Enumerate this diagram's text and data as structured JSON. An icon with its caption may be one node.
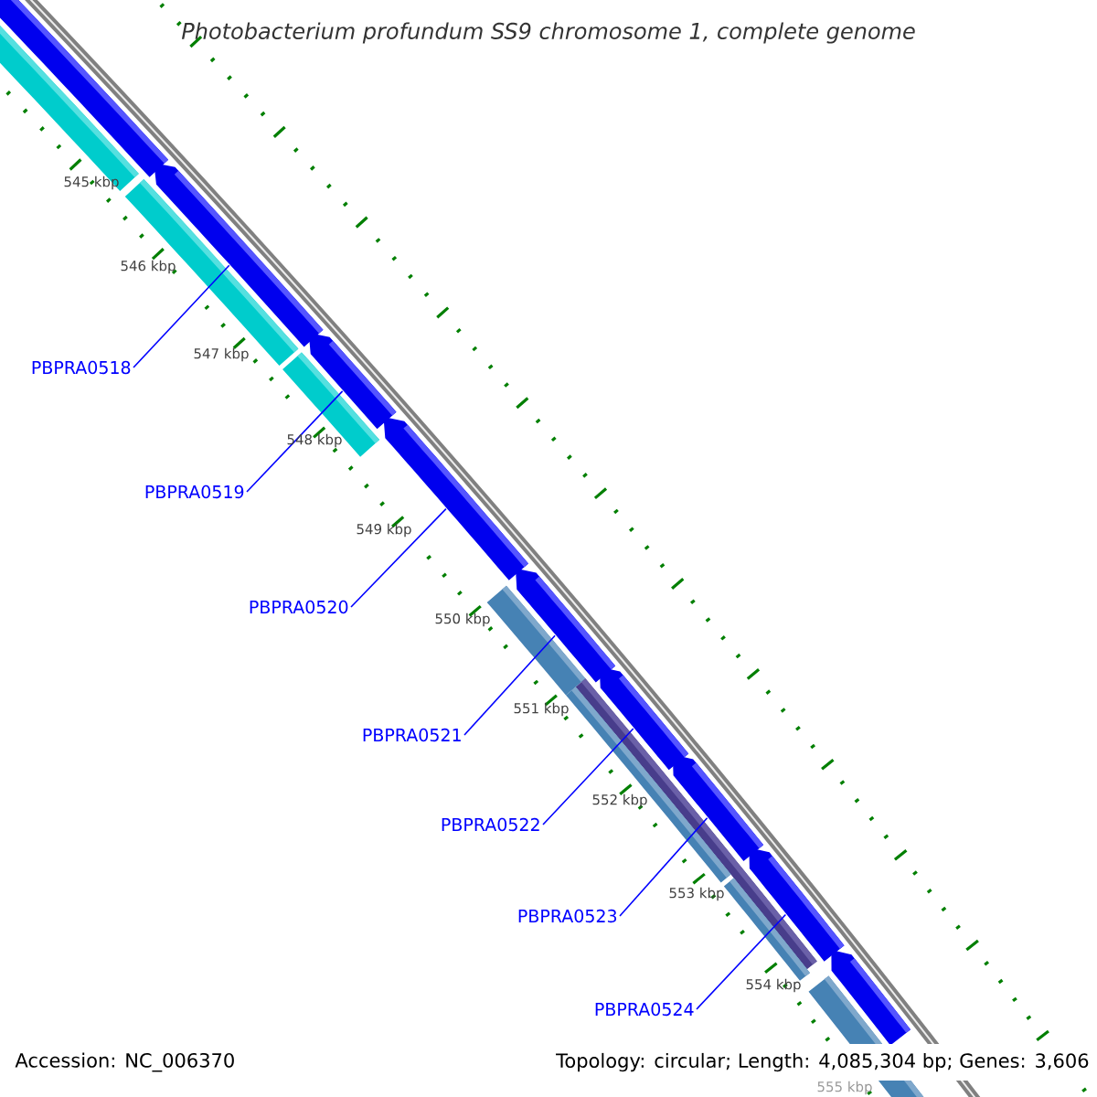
{
  "diagram": {
    "title": "Photobacterium profundum SS9 chromosome 1, complete genome",
    "nodes": [
      {
        "text": [
          "PBPRA0518"
        ]
      },
      {
        "text": [
          "PBPRA0519"
        ]
      },
      {
        "text": [
          "PBPRA0520"
        ]
      },
      {
        "text": [
          "PBPRA0521"
        ]
      },
      {
        "text": [
          "PBPRA0522"
        ]
      },
      {
        "text": [
          "PBPRA0523"
        ]
      },
      {
        "text": [
          "PBPRA0524"
        ]
      },
      {
        "text": [],
        "shape": "bar"
      },
      {
        "text": [],
        "shape": "bar"
      },
      {
        "text": [],
        "shape": "bar"
      },
      {
        "text": [],
        "shape": "bar"
      },
      {
        "text": [],
        "shape": "bar"
      },
      {
        "text": [],
        "shape": "bar"
      },
      {
        "text": [],
        "shape": "bar"
      },
      {
        "text": [],
        "shape": "bar"
      },
      {
        "text": [],
        "shape": "bar"
      }
    ],
    "edges": [
      {
        "from": 0,
        "to": 8,
        "arrow": "none"
      },
      {
        "from": 1,
        "to": 9,
        "arrow": "none"
      },
      {
        "from": 2,
        "to": 10,
        "arrow": "none"
      },
      {
        "from": 3,
        "to": 11,
        "arrow": "none"
      },
      {
        "from": 4,
        "to": 12,
        "arrow": "none"
      },
      {
        "from": 5,
        "to": 13,
        "arrow": "none"
      },
      {
        "from": 6,
        "to": 14,
        "arrow": "none"
      }
    ],
    "labels": [
      "545 kbp",
      "546 kbp",
      "547 kbp",
      "548 kbp",
      "549 kbp",
      "550 kbp",
      "551 kbp",
      "552 kbp",
      "553 kbp",
      "554 kbp",
      "555 kbp",
      "Accession: NC_006370",
      "Topology: circular; Length: 4,085,304 bp; Genes: 3,606"
    ]
  }
}
